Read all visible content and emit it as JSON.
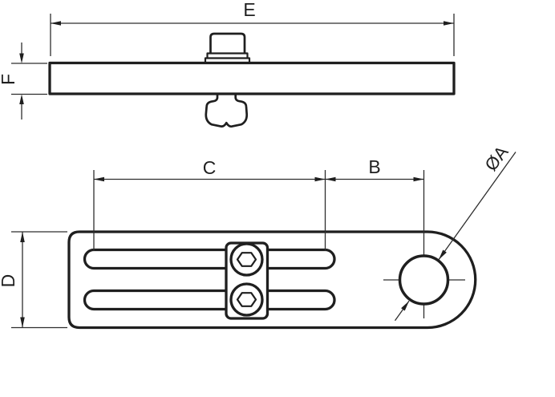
{
  "drawing": {
    "type": "engineering-dimension-drawing",
    "views": {
      "top": "side-elevation of flat bar with stud and t-nut",
      "bottom": "plan view of slotted bracket arm"
    },
    "labels": {
      "e": "E",
      "f": "F",
      "c": "C",
      "b": "B",
      "d": "D",
      "dia": "ØA"
    }
  },
  "colors": {
    "line": "#1f1f1f",
    "thin_line": "#2e2e2e",
    "background": "#ffffff"
  }
}
